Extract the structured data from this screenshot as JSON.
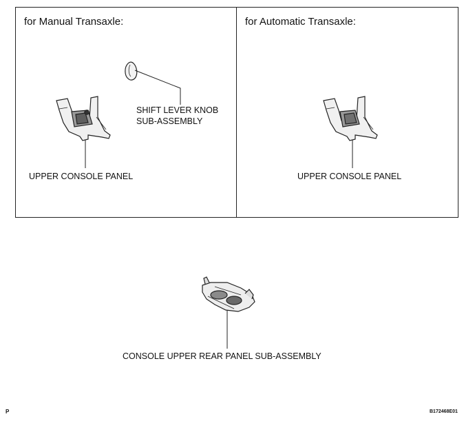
{
  "manual_panel": {
    "title": "for Manual Transaxle:",
    "knob_label_line1": "SHIFT LEVER KNOB",
    "knob_label_line2": "SUB-ASSEMBLY",
    "console_label": "UPPER CONSOLE PANEL"
  },
  "automatic_panel": {
    "title": "for Automatic Transaxle:",
    "console_label": "UPPER CONSOLE PANEL"
  },
  "rear_panel": {
    "label": "CONSOLE UPPER REAR PANEL SUB-ASSEMBLY"
  },
  "footer": {
    "left_code": "P",
    "right_code": "B172468E01"
  }
}
